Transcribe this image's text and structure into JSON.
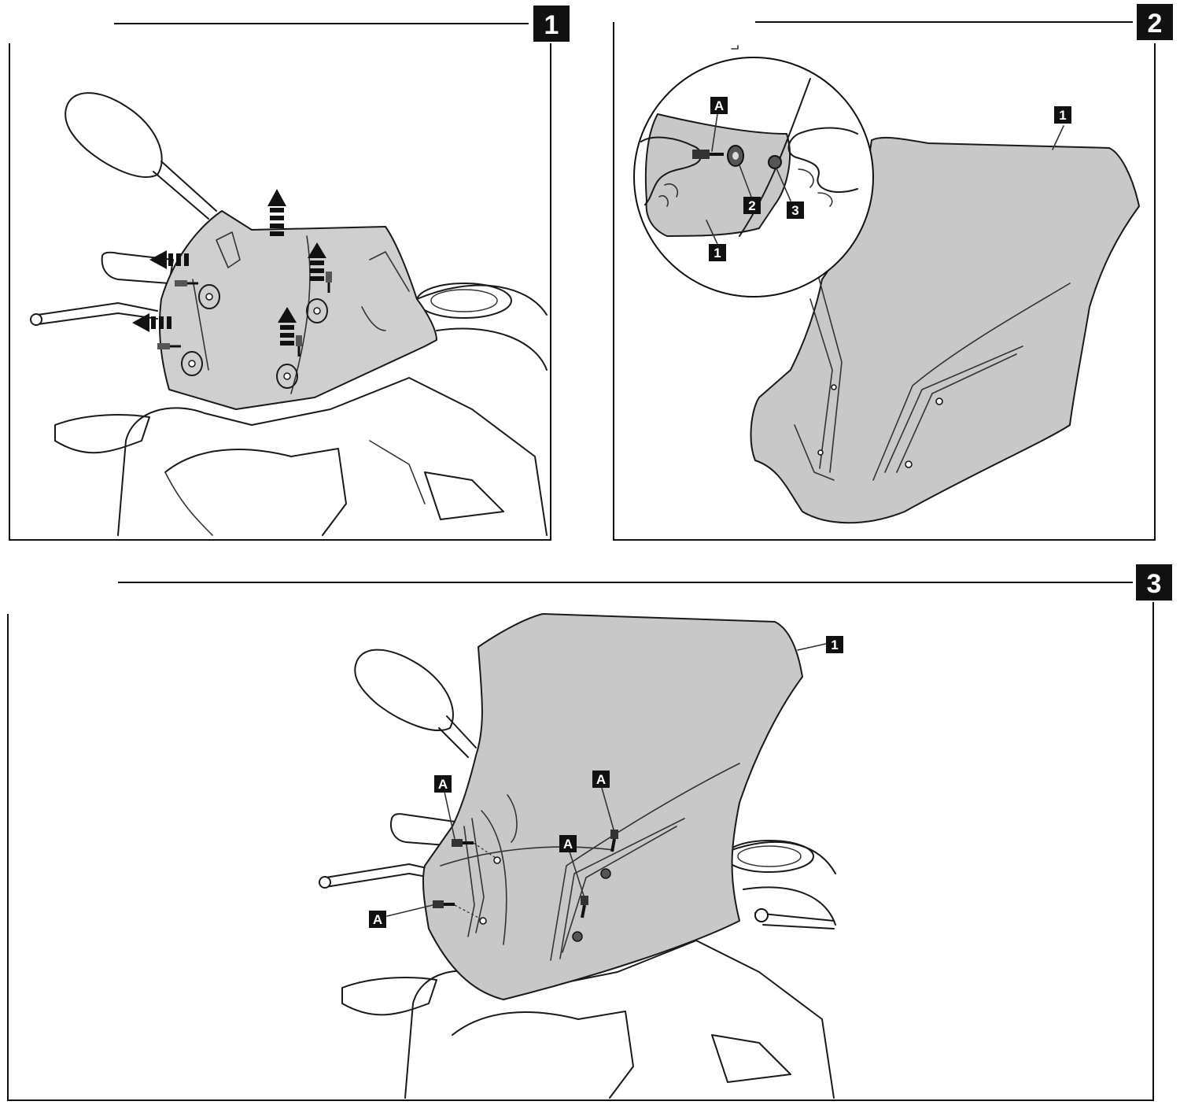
{
  "steps": [
    {
      "number": "1"
    },
    {
      "number": "2"
    },
    {
      "number": "3"
    }
  ],
  "callouts": {
    "windscreen": "1",
    "spacer": "2",
    "nut": "3",
    "screw": "A"
  },
  "colors": {
    "label_bg": "#111111",
    "label_text": "#ffffff",
    "windscreen_tint": "#cfcfcf",
    "line": "#1a1a1a"
  }
}
